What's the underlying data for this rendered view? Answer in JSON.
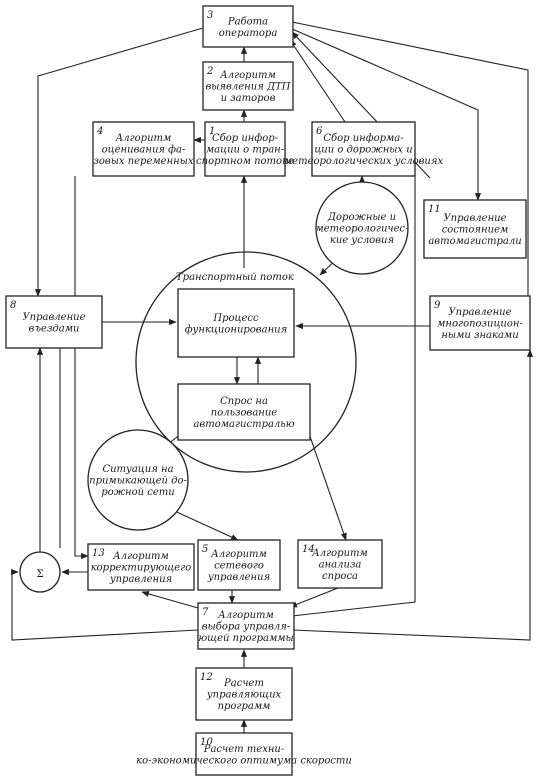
{
  "diagram": {
    "flow_label": "Транспортный поток",
    "nodes": [
      {
        "id": "b3",
        "num": "3",
        "lines": [
          "Работа",
          "оператора"
        ]
      },
      {
        "id": "b2",
        "num": "2",
        "lines": [
          "Алгоритм",
          "выявления ДТП",
          "и заторов"
        ]
      },
      {
        "id": "b4",
        "num": "4",
        "lines": [
          "Алгоритм",
          "оценивания фа-",
          "зовых переменных"
        ]
      },
      {
        "id": "b1",
        "num": "1",
        "lines": [
          "Сбор инфор-",
          "мации о тран-",
          "спортном потоке"
        ]
      },
      {
        "id": "b6",
        "num": "6",
        "lines": [
          "Сбор информа-",
          "ции о дорожных и",
          "метеорологических условиях"
        ]
      },
      {
        "id": "c_road",
        "num": "",
        "lines": [
          "Дорожные и",
          "метеорологичес-",
          "кие условия"
        ]
      },
      {
        "id": "b11",
        "num": "11",
        "lines": [
          "Управление",
          "состоянием",
          "автомагистрали"
        ]
      },
      {
        "id": "b8",
        "num": "8",
        "lines": [
          "Управление",
          "въездами"
        ]
      },
      {
        "id": "p_proc",
        "num": "",
        "lines": [
          "Процесс",
          "функционирования"
        ]
      },
      {
        "id": "b9",
        "num": "9",
        "lines": [
          "Управление",
          "многопозицион-",
          "ными знаками"
        ]
      },
      {
        "id": "p_demand",
        "num": "",
        "lines": [
          "Спрос на",
          "пользование",
          "автомагистралью"
        ]
      },
      {
        "id": "c_sit",
        "num": "",
        "lines": [
          "Ситуация на",
          "примыкающей до-",
          "рожной сети"
        ]
      },
      {
        "id": "b13",
        "num": "13",
        "lines": [
          "Алгоритм",
          "корректирующего",
          "управления"
        ]
      },
      {
        "id": "b5",
        "num": "5",
        "lines": [
          "Алгоритм",
          "сетевого",
          "управления"
        ]
      },
      {
        "id": "b14",
        "num": "14",
        "lines": [
          "Алгоритм",
          "анализа",
          "спроса"
        ]
      },
      {
        "id": "sum",
        "num": "",
        "lines": [
          "Σ"
        ]
      },
      {
        "id": "b7",
        "num": "7",
        "lines": [
          "Алгоритм",
          "выбора управля-",
          "ющей программы"
        ]
      },
      {
        "id": "b12",
        "num": "12",
        "lines": [
          "Расчет",
          "управляющих",
          "программ"
        ]
      },
      {
        "id": "b10",
        "num": "10",
        "lines": [
          "Расчет техни-",
          "ко-экономического оптимума скорости"
        ]
      }
    ]
  }
}
